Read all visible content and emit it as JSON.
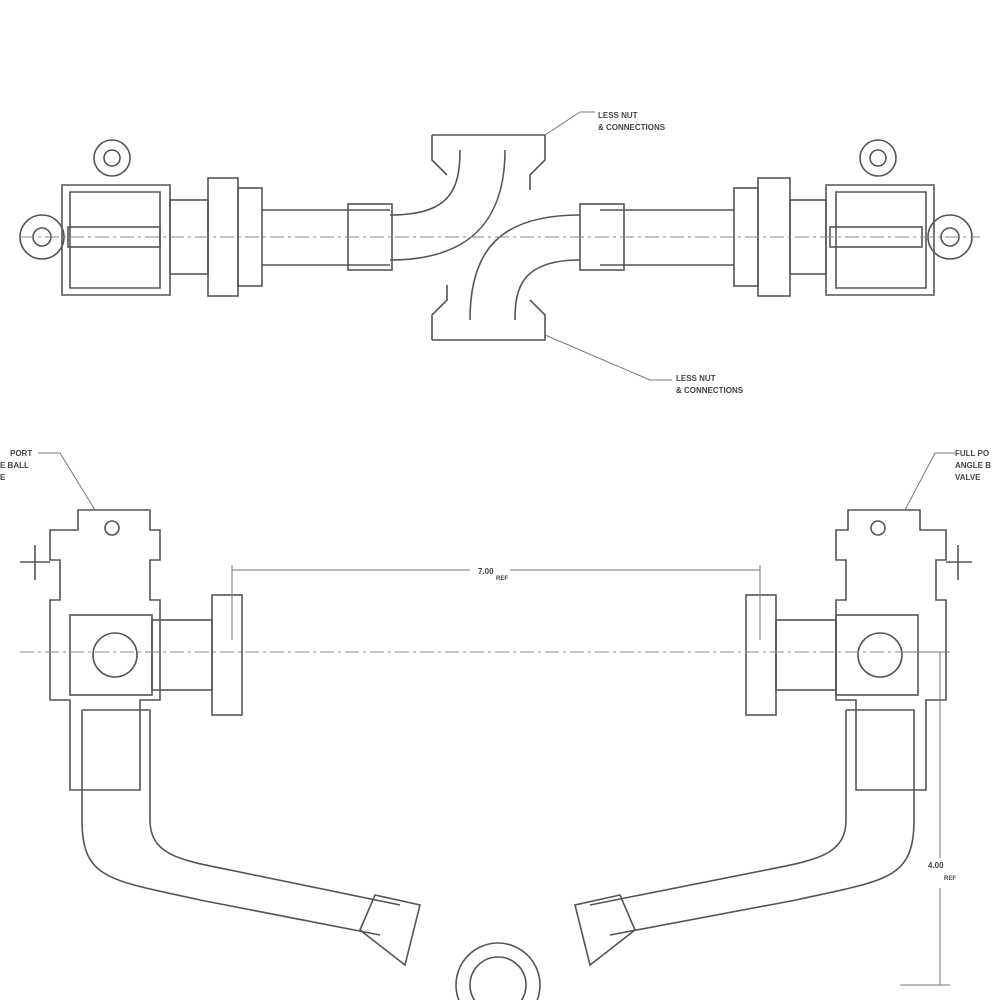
{
  "top_view": {
    "callout_upper": [
      "LESS NUT",
      "& CONNECTIONS"
    ],
    "callout_lower": [
      "LESS NUT",
      "& CONNECTIONS"
    ]
  },
  "front_view": {
    "callout_left": [
      "PORT",
      "E BALL",
      "E"
    ],
    "callout_right": [
      "FULL PO",
      "ANGLE B",
      "VALVE"
    ],
    "dim_horizontal": {
      "value": "7.00",
      "suffix": "REF"
    },
    "dim_vertical": {
      "value": "4.00",
      "suffix": "REF"
    }
  }
}
